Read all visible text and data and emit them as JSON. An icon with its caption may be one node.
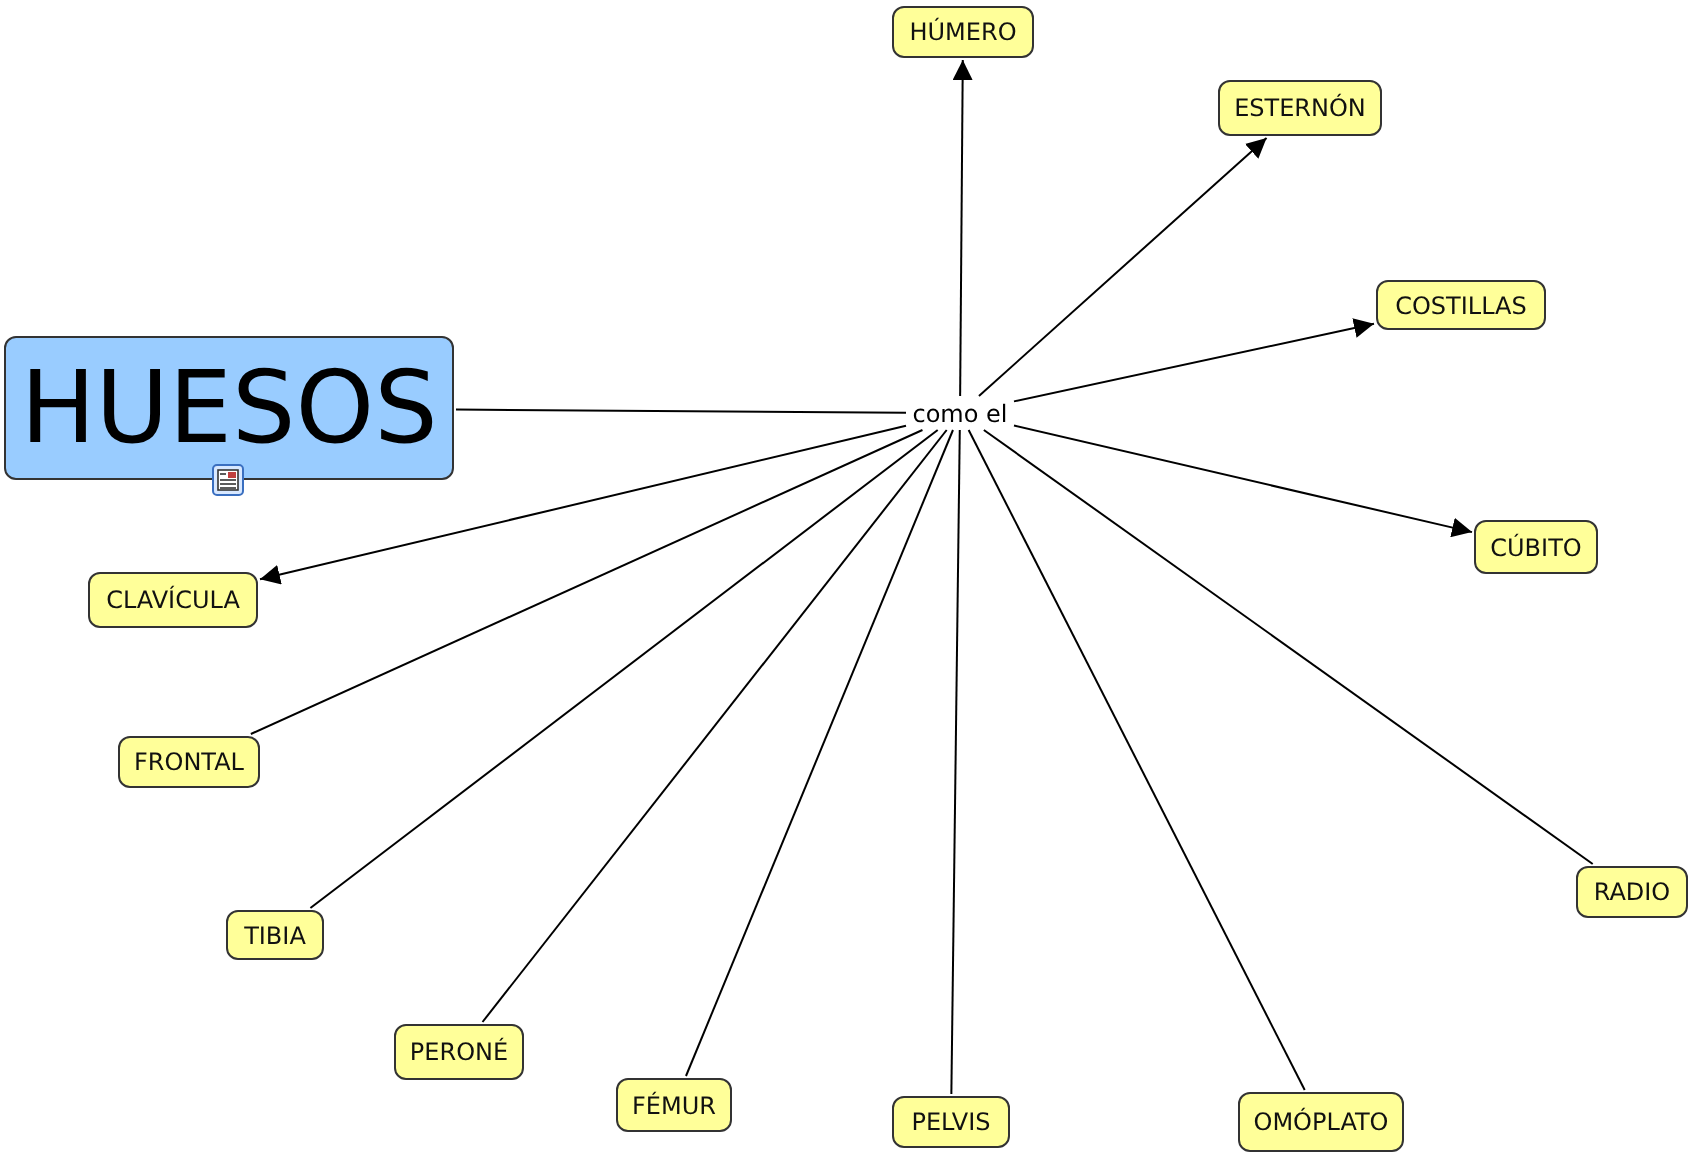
{
  "diagram": {
    "nodes": [
      {
        "text": [
          "HUESOS"
        ]
      },
      {
        "text": [
          "como el"
        ]
      },
      {
        "text": [
          "HÚMERO"
        ]
      },
      {
        "text": [
          "ESTERNÓN"
        ]
      },
      {
        "text": [
          "COSTILLAS"
        ]
      },
      {
        "text": [
          "CÚBITO"
        ]
      },
      {
        "text": [
          "RADIO"
        ]
      },
      {
        "text": [
          "OMÓPLATO"
        ]
      },
      {
        "text": [
          "PELVIS"
        ]
      },
      {
        "text": [
          "FÉMUR"
        ]
      },
      {
        "text": [
          "PERONÉ"
        ]
      },
      {
        "text": [
          "TIBIA"
        ]
      },
      {
        "text": [
          "FRONTAL"
        ]
      },
      {
        "text": [
          "CLAVÍCULA"
        ]
      }
    ],
    "edges": [
      {
        "from": 0,
        "to": 1,
        "arrow": "none"
      },
      {
        "from": 1,
        "to": 2,
        "arrow": "to"
      },
      {
        "from": 1,
        "to": 3,
        "arrow": "to"
      },
      {
        "from": 1,
        "to": 4,
        "arrow": "to"
      },
      {
        "from": 1,
        "to": 5,
        "arrow": "to"
      },
      {
        "from": 1,
        "to": 6,
        "arrow": "none"
      },
      {
        "from": 1,
        "to": 7,
        "arrow": "none"
      },
      {
        "from": 1,
        "to": 8,
        "arrow": "none"
      },
      {
        "from": 1,
        "to": 9,
        "arrow": "none"
      },
      {
        "from": 1,
        "to": 10,
        "arrow": "none"
      },
      {
        "from": 1,
        "to": 11,
        "arrow": "none"
      },
      {
        "from": 1,
        "to": 12,
        "arrow": "none"
      },
      {
        "from": 1,
        "to": 13,
        "arrow": "to"
      }
    ]
  }
}
